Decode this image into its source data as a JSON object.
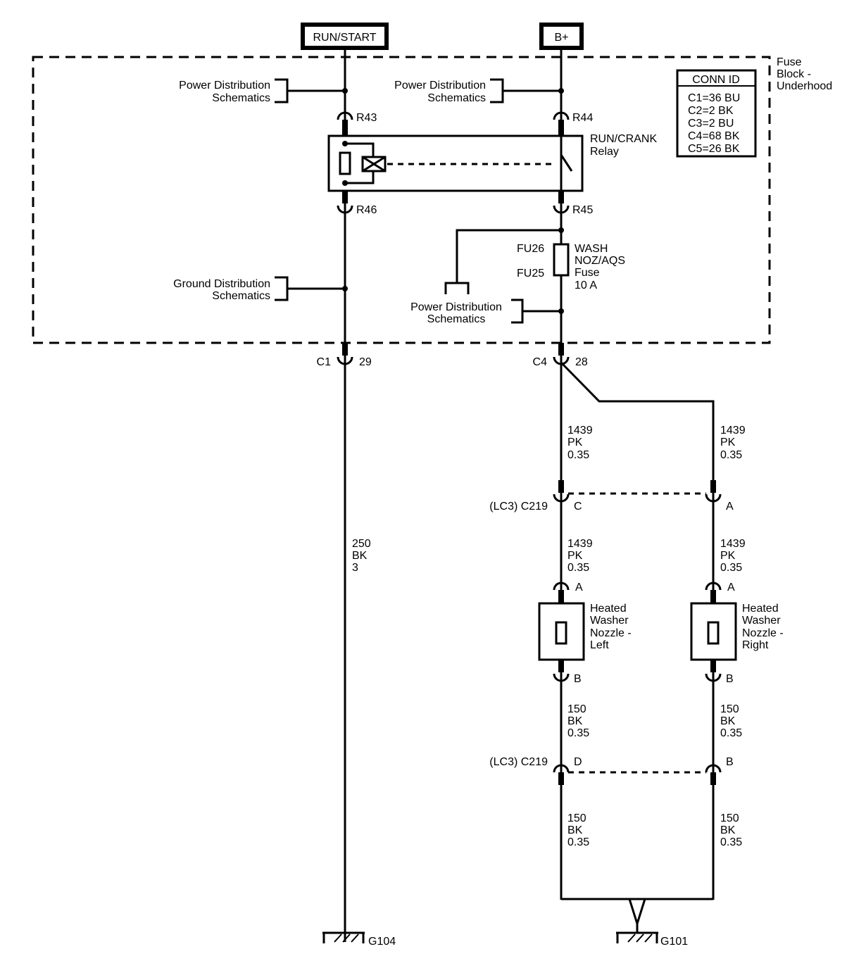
{
  "headers": {
    "left": "RUN/START",
    "right": "B+"
  },
  "fuse_block": {
    "name_line1": "Fuse",
    "name_line2": "Block -",
    "name_line3": "Underhood"
  },
  "conn_id": {
    "title": "CONN ID",
    "rows": [
      "C1=36 BU",
      "C2=2 BK",
      "C3=2 BU",
      "C4=68 BK",
      "C5=26 BK"
    ]
  },
  "refs": {
    "pds_line1": "Power Distribution",
    "pds_line2": "Schematics",
    "gds_line1": "Ground Distribution",
    "gds_line2": "Schematics"
  },
  "relay": {
    "name_line1": "RUN/CRANK",
    "name_line2": "Relay",
    "pins": [
      "R43",
      "R44",
      "R46",
      "R45"
    ]
  },
  "fuse": {
    "id_top": "FU26",
    "id_bottom": "FU25",
    "label": [
      "WASH",
      "NOZ/AQS",
      "Fuse",
      "10 A"
    ]
  },
  "connectors": {
    "c1": "C1",
    "c1_pin": "29",
    "c4": "C4",
    "c4_pin": "28",
    "c219": "(LC3) C219",
    "c219_upper_left_pin": "C",
    "c219_upper_right_pin": "A",
    "c219_lower_left_pin": "D",
    "c219_lower_right_pin": "B"
  },
  "wires": {
    "ground_circuit": [
      "250",
      "BK",
      "3"
    ],
    "feed_circuit": [
      "1439",
      "PK",
      "0.35"
    ],
    "return_circuit": [
      "150",
      "BK",
      "0.35"
    ]
  },
  "nozzles": {
    "left": [
      "Heated",
      "Washer",
      "Nozzle -",
      "Left"
    ],
    "right": [
      "Heated",
      "Washer",
      "Nozzle -",
      "Right"
    ],
    "pin_a": "A",
    "pin_b": "B"
  },
  "grounds": {
    "left": "G104",
    "right": "G101"
  },
  "icons": [
    "ground-icon",
    "fuse-icon",
    "relay-coil-icon",
    "relay-switch-icon",
    "heater-element-icon",
    "connector-icon"
  ]
}
